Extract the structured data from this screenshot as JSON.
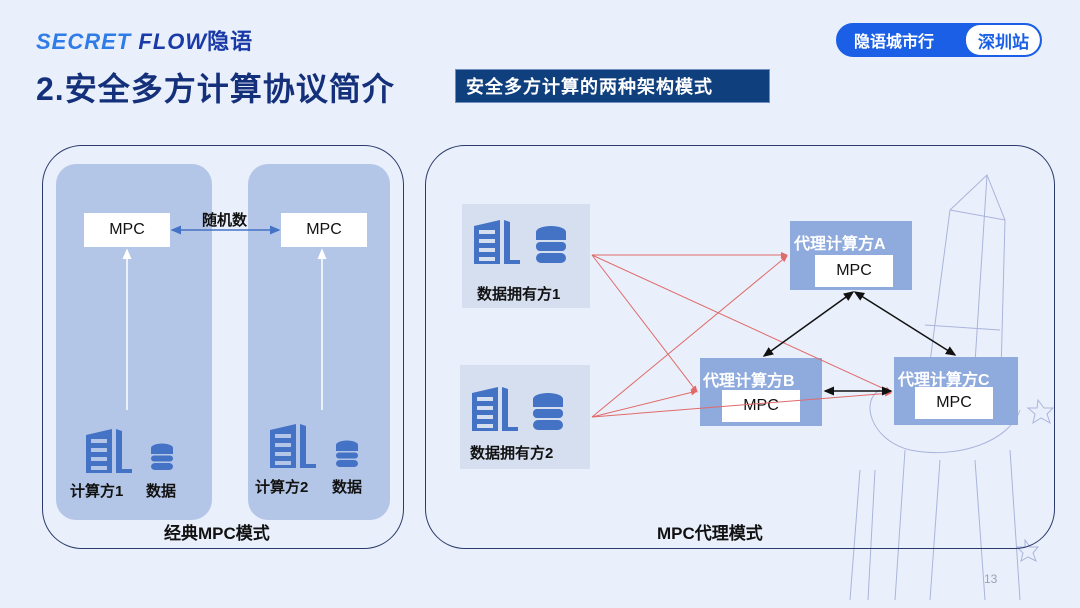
{
  "header": {
    "logo": {
      "part1": "SECRET",
      "part2": "FLOW",
      "part3": "隐语"
    },
    "city_badge": {
      "left": "隐语城市行",
      "right": "深圳站"
    },
    "title": "2.安全多方计算协议简介",
    "subtitle": "安全多方计算的两种架构模式"
  },
  "classic": {
    "caption": "经典MPC模式",
    "edge_label": "随机数",
    "parties": [
      {
        "mpc": "MPC",
        "name": "计算方1",
        "data": "数据"
      },
      {
        "mpc": "MPC",
        "name": "计算方2",
        "data": "数据"
      }
    ]
  },
  "proxy_mode": {
    "caption": "MPC代理模式",
    "owners": [
      {
        "name": "数据拥有方1"
      },
      {
        "name": "数据拥有方2"
      }
    ],
    "proxies": [
      {
        "name": "代理计算方A",
        "mpc": "MPC"
      },
      {
        "name": "代理计算方B",
        "mpc": "MPC"
      },
      {
        "name": "代理计算方C",
        "mpc": "MPC"
      }
    ]
  },
  "colors": {
    "brand_blue": "#1b5fe6",
    "title_navy": "#14307a",
    "subtitle_bg": "#0f3f7c",
    "data_arrow": "#e06a6a",
    "proxy_box": "#8faadc"
  },
  "page_number": "13"
}
